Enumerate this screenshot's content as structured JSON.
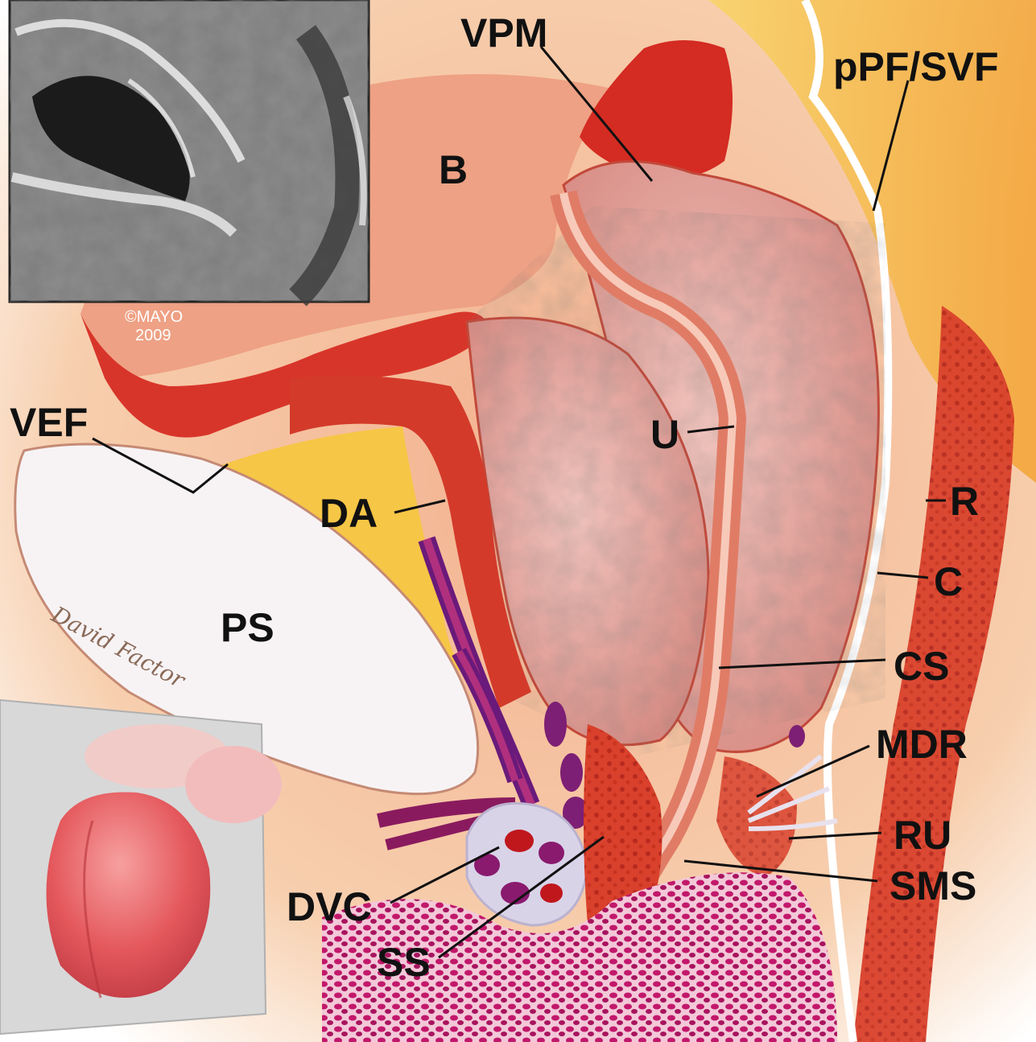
{
  "copyright": {
    "line1": "©MAYO",
    "line2": "2009"
  },
  "signature": "David Factor",
  "labels": {
    "vpm": "VPM",
    "ppf_svf": "pPF/SVF",
    "b": "B",
    "vef": "VEF",
    "u": "U",
    "da": "DA",
    "r": "R",
    "c": "C",
    "ps": "PS",
    "cs": "CS",
    "mdr": "MDR",
    "ru": "RU",
    "dvc": "DVC",
    "sms": "SMS",
    "ss": "SS"
  },
  "colors": {
    "bladder": "#e8a08a",
    "muscle": "#d9362a",
    "prostate": "#e9b3ab",
    "fat": "#f5c542",
    "bone": "#f7f4f5",
    "marrow": "#c2186b",
    "vein": "#6a1a7a"
  }
}
